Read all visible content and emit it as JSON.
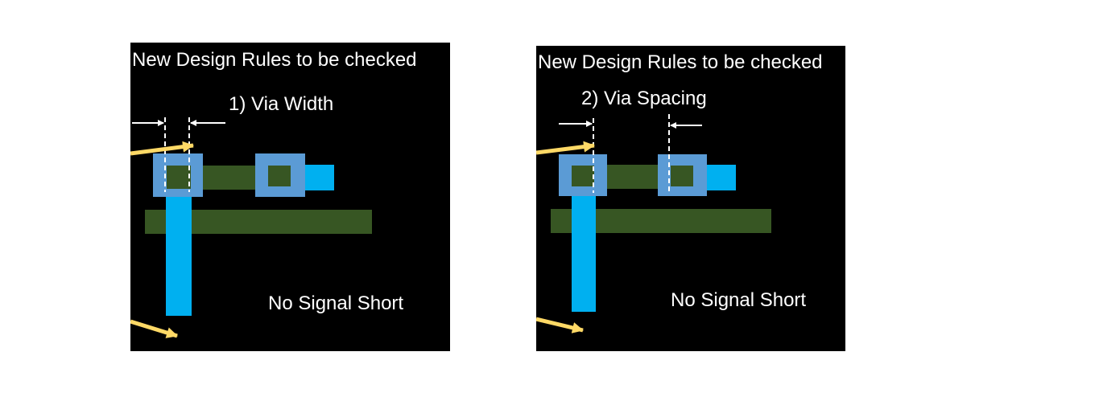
{
  "colors": {
    "background": "#000000",
    "metal_green": "#375623",
    "metal_blue": "#00B0F0",
    "via_frame": "#5B9BD5",
    "arrow_yellow": "#FFD966",
    "text": "#FFFFFF"
  },
  "panels": [
    {
      "heading": "New Design Rules to be checked",
      "rule_label": "1) Via Width",
      "status": "No Signal Short"
    },
    {
      "heading": "New Design Rules to be checked",
      "rule_label": "2) Via Spacing",
      "status": "No Signal Short"
    }
  ]
}
